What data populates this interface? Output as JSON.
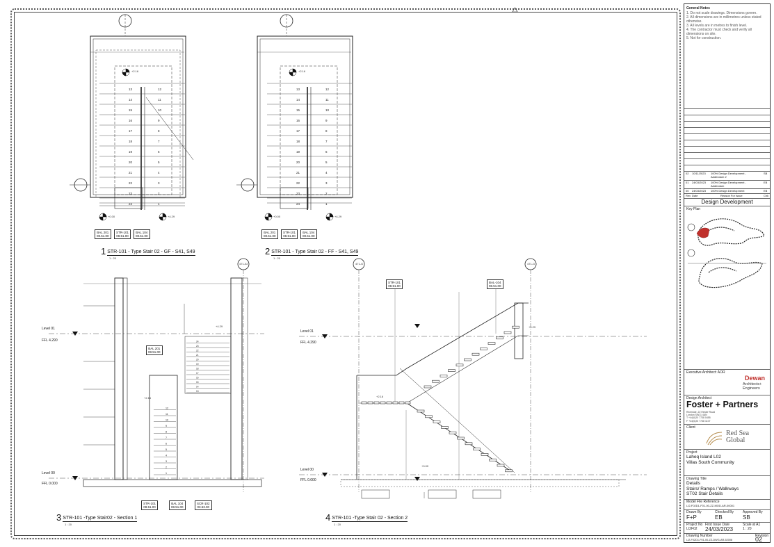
{
  "views": {
    "v1_num": "1",
    "v1_title": "STR-101 - Type Stair 02 - GF - S41, S49",
    "v1_scale": "1 : 20",
    "v2_num": "2",
    "v2_title": "STR-101 - Type Stair 02 - FF - S41, S49",
    "v2_scale": "1 : 20",
    "v3_num": "3",
    "v3_title": "STR-101 -Type Stair02 - Section 1",
    "v3_scale": "1 : 20",
    "v4_num": "4",
    "v4_title": "STR-101 -Type Stair 02 - Section 2",
    "v4_scale": "1 : 20"
  },
  "plan": {
    "steps_left_gf": [
      "13",
      "14",
      "15",
      "16",
      "17",
      "18",
      "19",
      "20",
      "21",
      "22",
      "23",
      "24"
    ],
    "steps_right_gf": [
      "12",
      "11",
      "10",
      "9",
      "8",
      "7",
      "6",
      "5",
      "4",
      "3",
      "2",
      "1"
    ],
    "spot_level_top": "+2.16",
    "spot_level_bottom": "+0.00",
    "spot_level_right": "+4.29",
    "tags_plan1": [
      {
        "l1": "BAL 201",
        "l2": "08.51.00"
      },
      {
        "l1": "STR-101",
        "l2": "08.51.00"
      },
      {
        "l1": "BAL 104",
        "l2": "08.51.00"
      }
    ],
    "tags_plan2": [
      {
        "l1": "BAL 201",
        "l2": "08.51.00"
      },
      {
        "l1": "STR-101",
        "l2": "08.51.00"
      },
      {
        "l1": "BAL 104",
        "l2": "08.51.00"
      }
    ]
  },
  "sections": {
    "s1_level01": "Level 01",
    "s1_ffl_top": "FFL 4.290",
    "s1_level00": "Level 00",
    "s1_ffl_bot": "FFL 0.000",
    "s1_plus429": "+4.29",
    "s1_plus216": "+2.16",
    "s1_tag_bal": {
      "l1": "BAL 201",
      "l2": "08.51.00"
    },
    "s1_steps_up": [
      "1",
      "2",
      "3",
      "4",
      "5",
      "6",
      "7",
      "8",
      "9",
      "10",
      "11",
      "12"
    ],
    "s1_steps_top": [
      "13",
      "14",
      "15",
      "16",
      "17",
      "18",
      "19",
      "20",
      "21",
      "22",
      "23",
      "24"
    ],
    "s1_tags_bottom": [
      {
        "l1": "STR-101",
        "l2": "08.51.00"
      },
      {
        "l1": "BAL 104",
        "l2": "08.51.00"
      },
      {
        "l1": "SCR-102",
        "l2": "03.53.00"
      }
    ],
    "grid_a": "471-02",
    "grid_b": "471-G",
    "grid_c": "471-G",
    "s2_level01": "Level 01",
    "s2_ffl_top": "FFL 4.290",
    "s2_level00": "Level 00",
    "s2_ffl_bot": "FFL 0.000",
    "s2_plus216": "+2.16",
    "s2_plus000": "+0.00",
    "s2_plus429": "+4.29",
    "s2_tag_str": {
      "l1": "STR-101",
      "l2": "08.51.00"
    },
    "s2_tag_bal": {
      "l1": "BAL-104",
      "l2": "08.51.00"
    }
  },
  "titleblock": {
    "general_notes_head": "General Notes",
    "general_notes": "1. Do not scale drawings. Dimensions govern.\n2. All dimensions are in millimetres unless stated otherwise.\n3. All levels are in metres to finish level.\n4. The contractor must check and verify all dimensions on site.\n5. Not for construction.",
    "rev_rows": [
      {
        "rev": "02",
        "date": "10/11/2023",
        "desc": "100% Design Development - Addendum 2",
        "chk": "SB"
      },
      {
        "rev": "01",
        "date": "24/03/2023",
        "desc": "100% Design Development - Addendum",
        "chk": "EB"
      },
      {
        "rev": "00",
        "date": "24/03/2023",
        "desc": "100% Design Development",
        "chk": "EB"
      }
    ],
    "rev_head": {
      "rev": "Rev",
      "date": "Date",
      "desc": "Reason For Issue",
      "chk": "Chk"
    },
    "stage": "Design Development",
    "key_plan": "Key Plan",
    "exec_architect_label": "Executive Architect: AOR",
    "dewan": "Dewan",
    "dewan_sub": "Architects+ Engineers",
    "design_architect_label": "Design Architect",
    "foster": "Foster + Partners",
    "foster_addr": "Riverside, 22 Hester Road\nLondon SW11 4AN\nT +44(0)20 7738 0455\nF +44(0)20 7738 1107",
    "client_label": "Client",
    "client": "Red Sea Global",
    "project_label": "Project",
    "project": "Laheq Island L02\nVillas South Community",
    "drawing_title_label": "Drawing Title",
    "drawing_title": "Details\nStairs/ Ramps / Walkways\nST02 Stair Details",
    "model_ref_label": "Model File Reference",
    "model_ref": "LI2-F02D1-F01-00-ZZ-MOD-AR-00001",
    "drawn_by_label": "Drawn By",
    "drawn_by": "F+P",
    "checked_by_label": "Checked By",
    "checked_by": "EB",
    "approved_by_label": "Approved By",
    "approved_by": "SB",
    "project_no_label": "Project No",
    "project_no": "LI2F02",
    "first_issue_label": "First Issue Date",
    "first_issue": "24/03/2023",
    "scale_label": "Scale at A1",
    "scale": "1 : 20",
    "drawing_no_label": "Drawing Number",
    "drawing_no": "LI2-F02D1-F01-00-ZZ-DWG-AR-52006",
    "revision_label": "Revision",
    "revision": "02"
  }
}
